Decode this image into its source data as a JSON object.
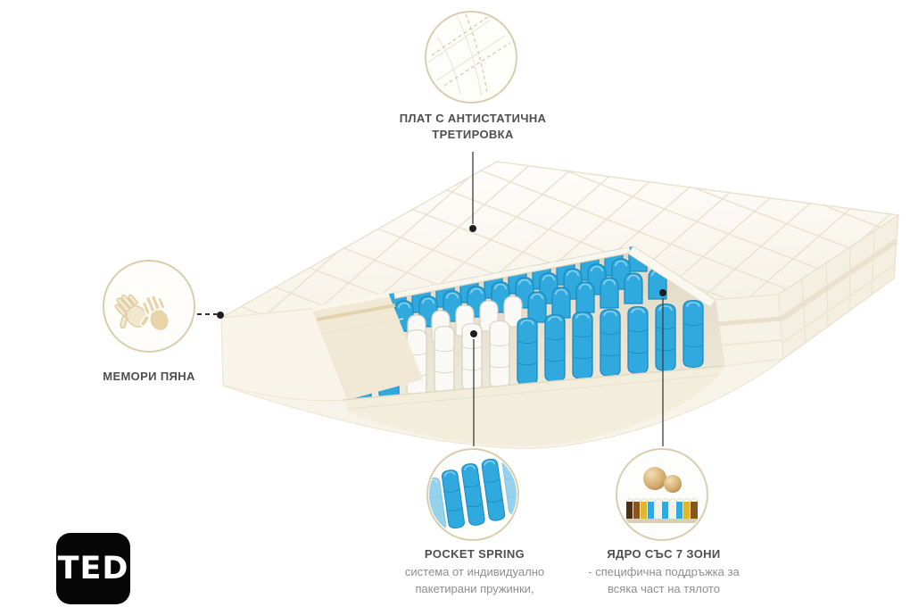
{
  "brand": {
    "logo_text": "TED"
  },
  "callouts": {
    "fabric": {
      "title_line1": "ПЛАТ С АНТИСТАТИЧНА",
      "title_line2": "ТРЕТИРОВКА",
      "icon": "quilted-fabric-swatch"
    },
    "memory_foam": {
      "title": "МЕМОРИ ПЯНА",
      "icon": "hand-prints"
    },
    "pocket_spring": {
      "title": "POCKET SPRING",
      "subtitle_line1": "система от индивидуално",
      "subtitle_line2": "пакетирани пружинки,",
      "icon": "pocket-springs"
    },
    "core_zones": {
      "title": "ЯДРО СЪС 7 ЗОНИ",
      "subtitle_line1": "- специфична поддръжка за",
      "subtitle_line2": "всяка част на тялото",
      "icon": "seven-zone-core"
    }
  },
  "colors": {
    "spring_blue": "#2FA9DE",
    "spring_blue_dark": "#1A8ABF",
    "mattress_cream": "#F4EFE1",
    "circle_border": "#D9CDAD",
    "title_text": "#4E4E4E",
    "subtitle_text": "#8E8E8E",
    "connector": "#3C3C3C",
    "logo_background": "#060606",
    "logo_text_color": "#FFFFFF"
  }
}
